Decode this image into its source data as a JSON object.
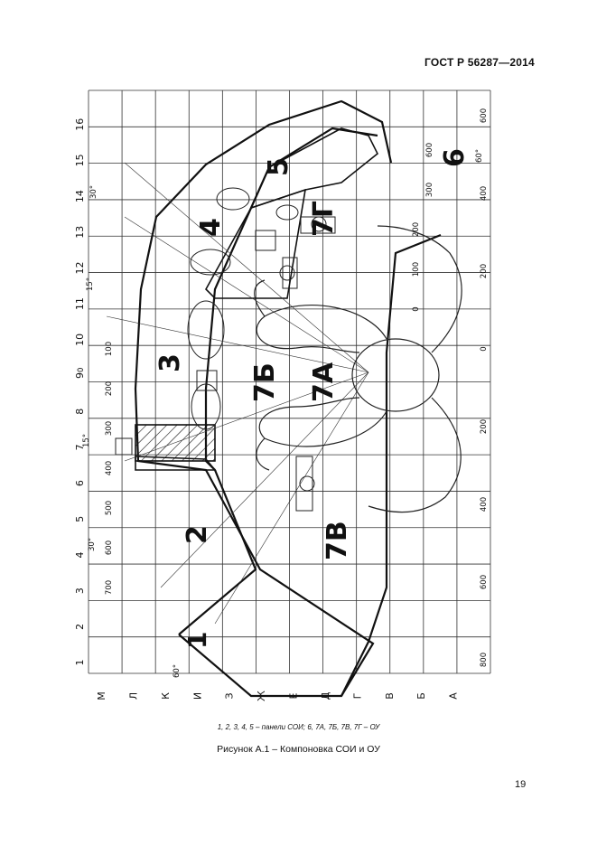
{
  "header": {
    "standard": "ГОСТ Р 56287—2014"
  },
  "figure": {
    "column_numbers": [
      "1",
      "2",
      "3",
      "4",
      "5",
      "6",
      "7",
      "8",
      "9",
      "10",
      "11",
      "12",
      "13",
      "14",
      "15",
      "16"
    ],
    "row_letters": [
      "М",
      "Л",
      "К",
      "И",
      "З",
      "Ж",
      "Е",
      "Д",
      "Г",
      "В",
      "Б",
      "А"
    ],
    "lower_scale": [
      "800",
      "600",
      "400",
      "200",
      "0",
      "200",
      "400",
      "600"
    ],
    "upper_scale": [
      "700",
      "600",
      "500",
      "400",
      "300",
      "200",
      "100",
      "0",
      "100",
      "200",
      "300",
      "600"
    ],
    "angles": [
      "30°",
      "15°",
      "0",
      "15°",
      "30°",
      "60°",
      "60°"
    ],
    "panels": [
      "1",
      "2",
      "3",
      "4",
      "5",
      "6",
      "7А",
      "7Б",
      "7В",
      "7Г"
    ]
  },
  "legend": "1, 2, 3, 4, 5 – панели СОИ;  6, 7А, 7Б, 7В, 7Г –  ОУ",
  "caption": "Рисунок А.1 – Компоновка СОИ и ОУ",
  "page_number": "19"
}
